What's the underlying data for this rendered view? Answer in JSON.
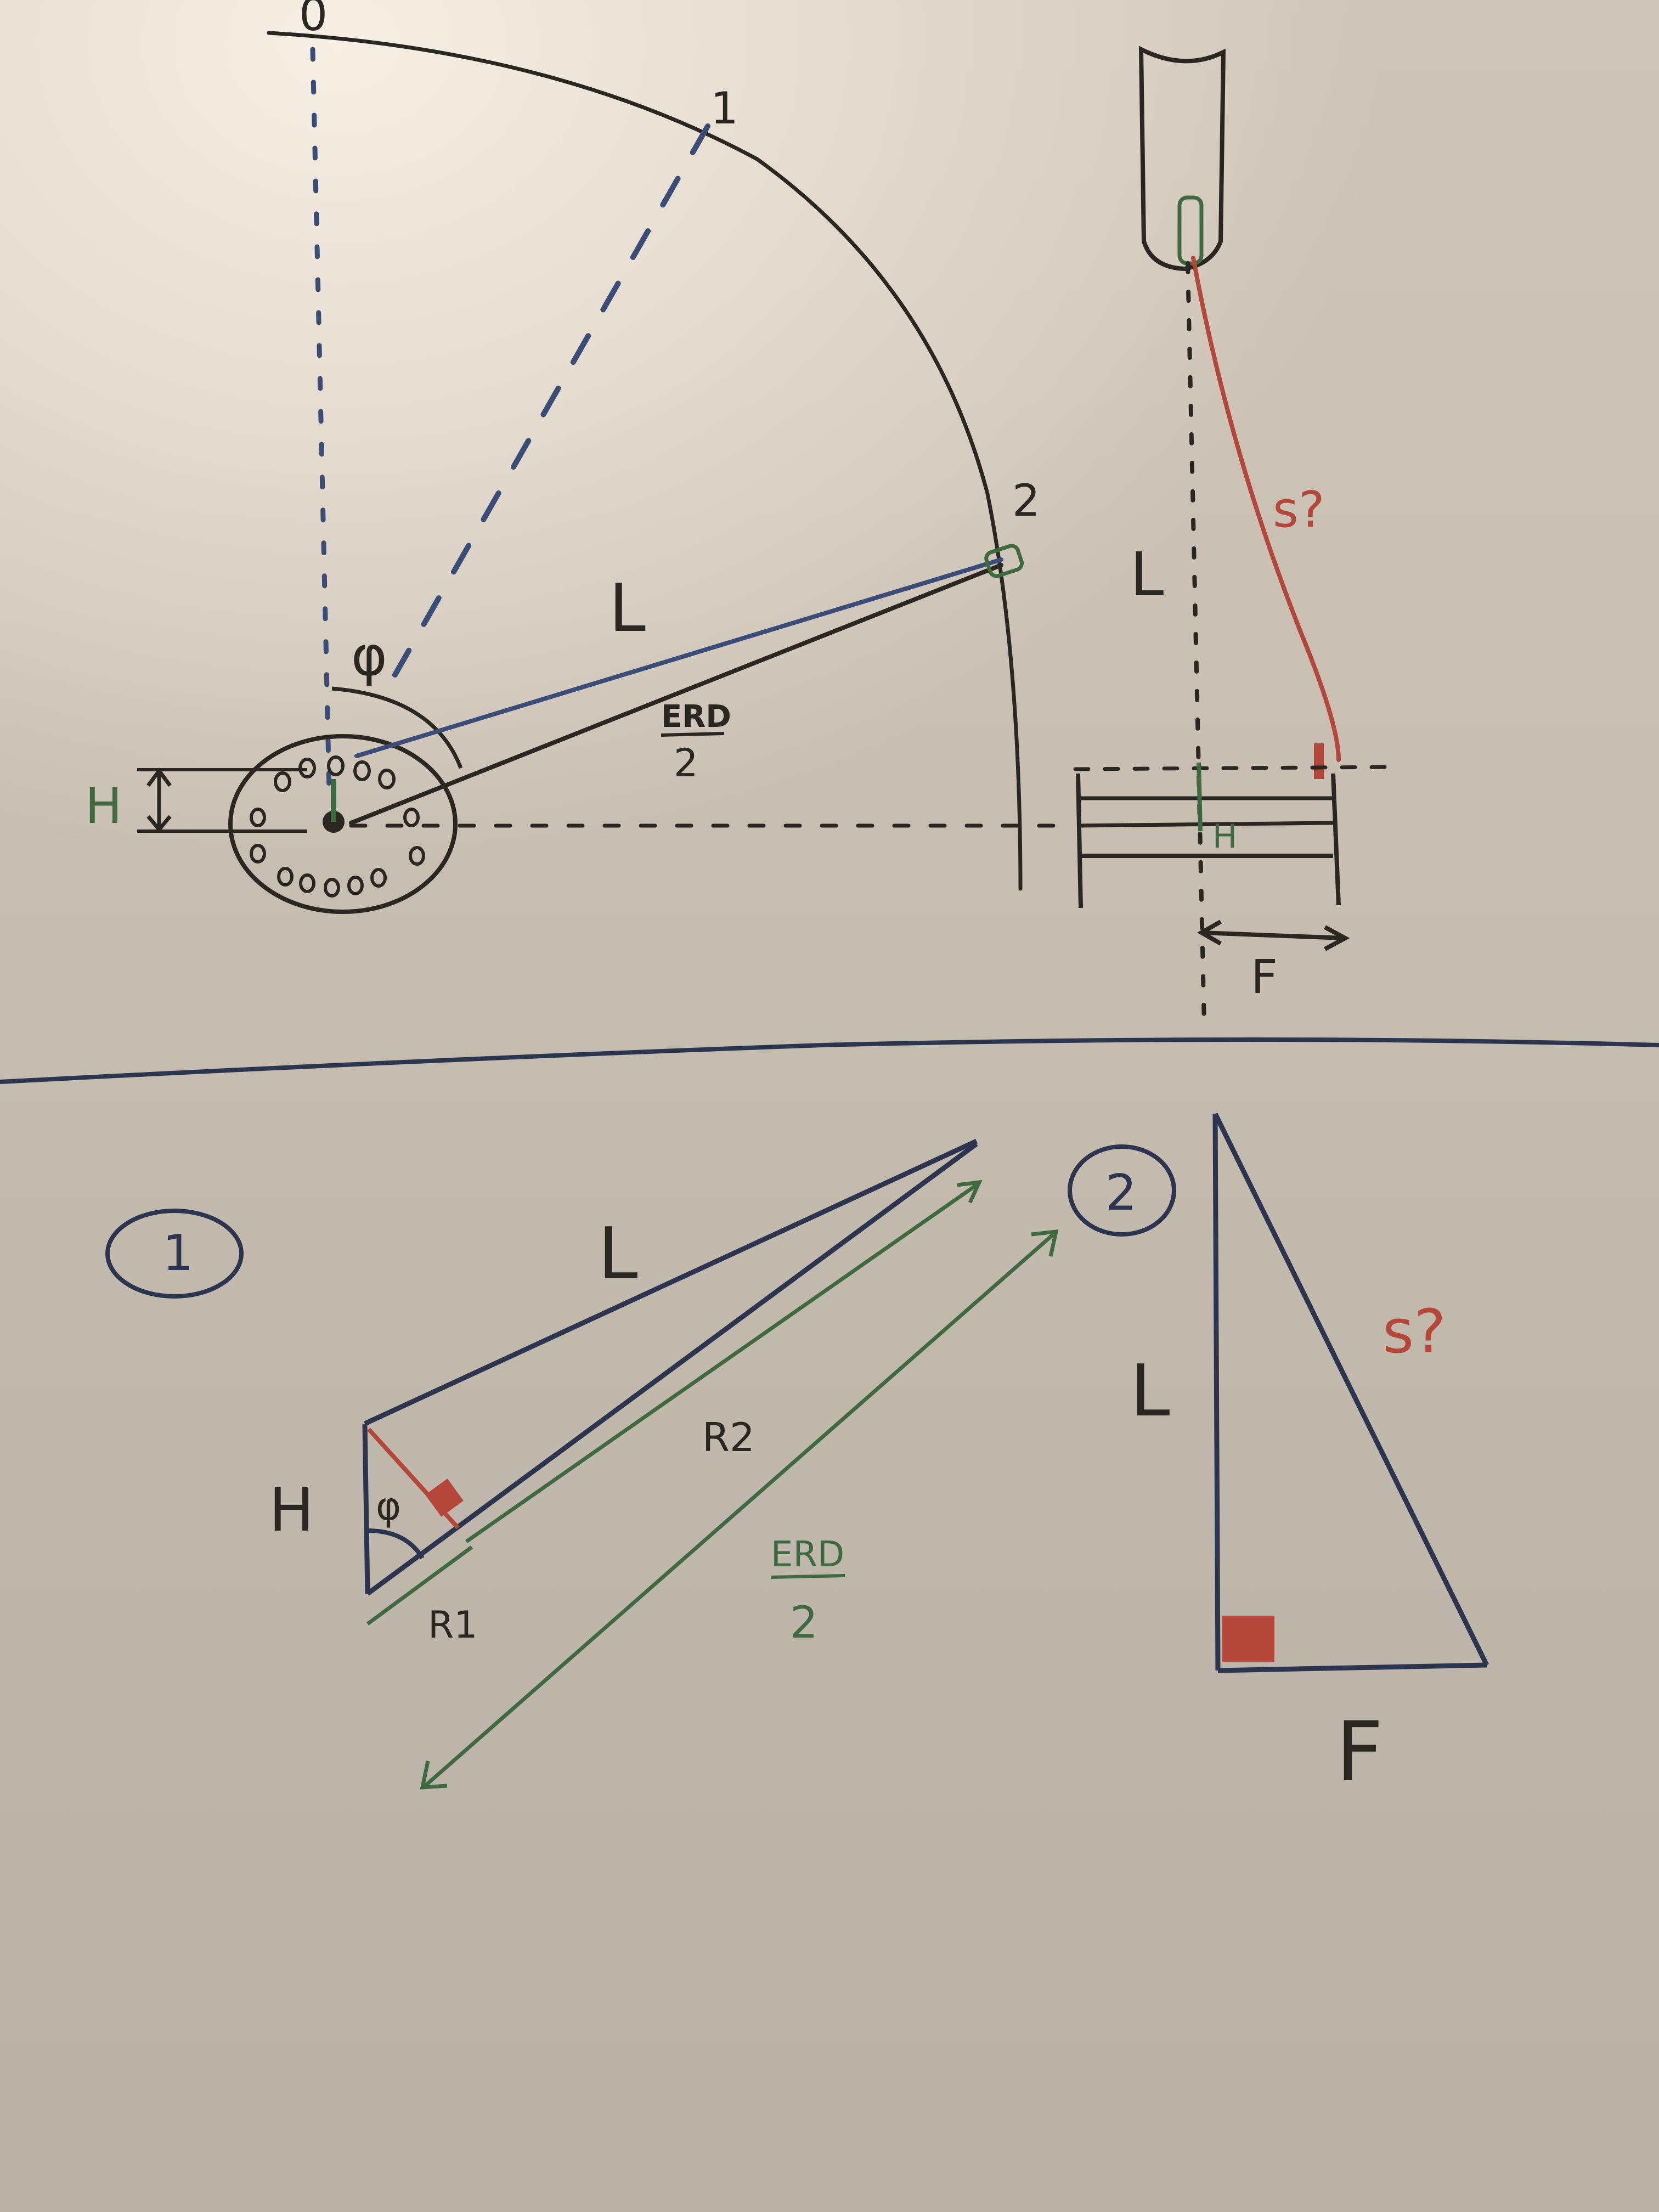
{
  "colors": {
    "ink_black": "#2a2622",
    "ink_blue": "#2b3550",
    "ink_green": "#3f6a3f",
    "ink_red": "#b5473a",
    "dotted_blue": "#3a4c78"
  },
  "top_left": {
    "label_0": "0",
    "label_1": "1",
    "label_2": "2",
    "label_L": "L",
    "label_phi": "φ",
    "label_erd_num": "ERD",
    "label_erd_den": "2",
    "label_H": "H"
  },
  "top_right": {
    "label_s": "s?",
    "label_L": "L",
    "label_H": "H",
    "label_F": "F"
  },
  "bottom_left": {
    "circle_label": "1",
    "label_L": "L",
    "label_H": "H",
    "label_phi": "φ",
    "label_R2": "R2",
    "label_R1": "R1",
    "label_erd_num": "ERD",
    "label_erd_den": "2"
  },
  "bottom_right": {
    "circle_label": "2",
    "label_L": "L",
    "label_s": "s?",
    "label_F": "F"
  }
}
